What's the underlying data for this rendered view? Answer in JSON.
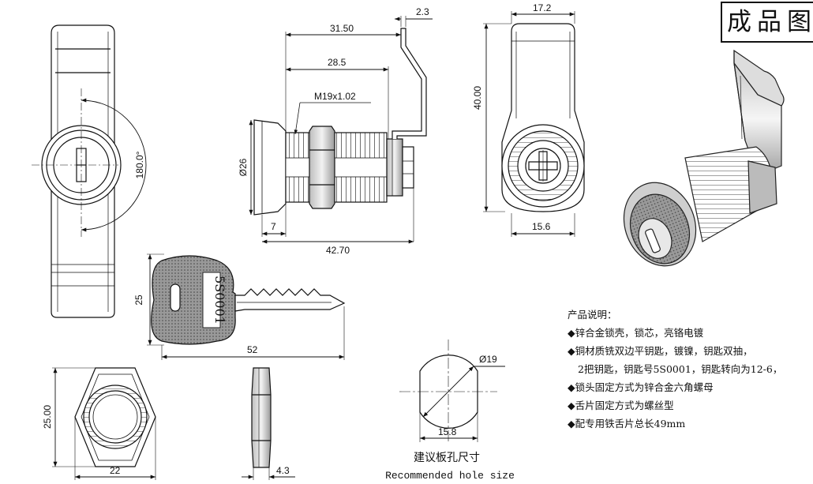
{
  "title_label": "成品图",
  "dimensions": {
    "total_width": "31.50",
    "flange_to_bend": "28.5",
    "tongue_thickness": "2.3",
    "thread_spec": "M19x1.02",
    "head_diameter": "Ø26",
    "head_thickness": "7",
    "overall_length": "42.70",
    "rotation_angle": "180.0°",
    "front_width": "17.2",
    "front_height": "40.00",
    "front_body_width": "15.6",
    "key_height": "25",
    "key_length": "52",
    "key_number": "5S0001",
    "nut_across_flats": "25.00",
    "nut_width": "22",
    "nut_thickness": "4.3",
    "hole_diameter": "Ø19",
    "hole_flat": "15.8"
  },
  "hole_caption": {
    "zh": "建议板孔尺寸",
    "en": "Recommended hole size"
  },
  "product_description": {
    "heading": "产品说明：",
    "lines": [
      "◆锌合金锁壳，锁芯，亮铬电镀",
      "◆铜材质铣双边平钥匙，镀镍，钥匙双抽，",
      "2把钥匙，钥匙号5S0001，钥匙转向为12-6，",
      "◆锁头固定方式为锌合金六角螺母",
      "◆舌片固定方式为螺丝型",
      "◆配专用铁舌片总长49mm"
    ]
  }
}
